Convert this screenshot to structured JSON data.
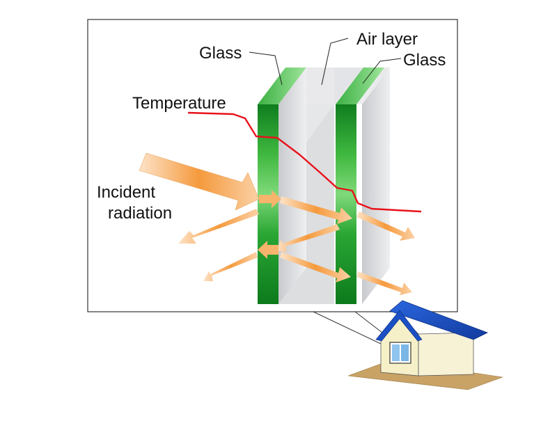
{
  "labels": {
    "glass_left": "Glass",
    "air_layer": "Air layer",
    "glass_right": "Glass",
    "temperature": "Temperature",
    "incident_line1": "Incident",
    "incident_line2": "radiation"
  },
  "colors": {
    "glass_green": "#1f9a2e",
    "glass_highlight": "#8fe08a",
    "temperature_line": "#e8121b",
    "radiation_arrow": "#f59a3d",
    "roof_blue": "#1b4fc4",
    "house_wall": "#f6f0c8",
    "ground": "#c9a266"
  },
  "icons": [
    "house-icon",
    "window-icon"
  ]
}
